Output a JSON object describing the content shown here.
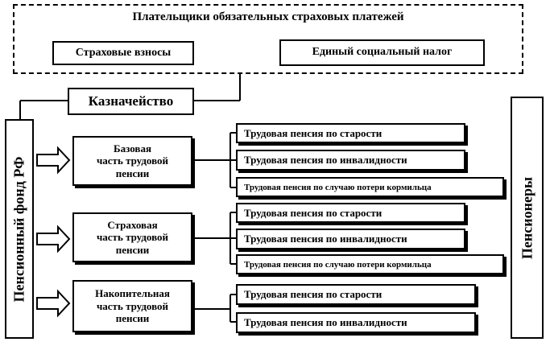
{
  "payers": {
    "title": "Плательщики обязательных страховых платежей",
    "insurance": "Страховые взносы",
    "tax": "Единый социальный налог"
  },
  "treasury": "Казначейство",
  "fund": "Пенсионный фонд РФ",
  "pensioners": "Пенсионеры",
  "parts": [
    {
      "line1": "Базовая",
      "line2": "часть трудовой",
      "line3": "пенсии",
      "pensions": [
        "Трудовая пенсия по старости",
        "Трудовая пенсия по инвалидности",
        "Трудовая пенсия по случаю потери кормильца"
      ]
    },
    {
      "line1": "Страховая",
      "line2": "часть трудовой",
      "line3": "пенсии",
      "pensions": [
        "Трудовая пенсия по старости",
        "Трудовая пенсия по инвалидности",
        "Трудовая пенсия по случаю потери кормильца"
      ]
    },
    {
      "line1": "Накопительная",
      "line2": "часть трудовой",
      "line3": "пенсии",
      "pensions": [
        "Трудовая пенсия по старости",
        "Трудовая пенсия по инвалидности"
      ]
    }
  ]
}
